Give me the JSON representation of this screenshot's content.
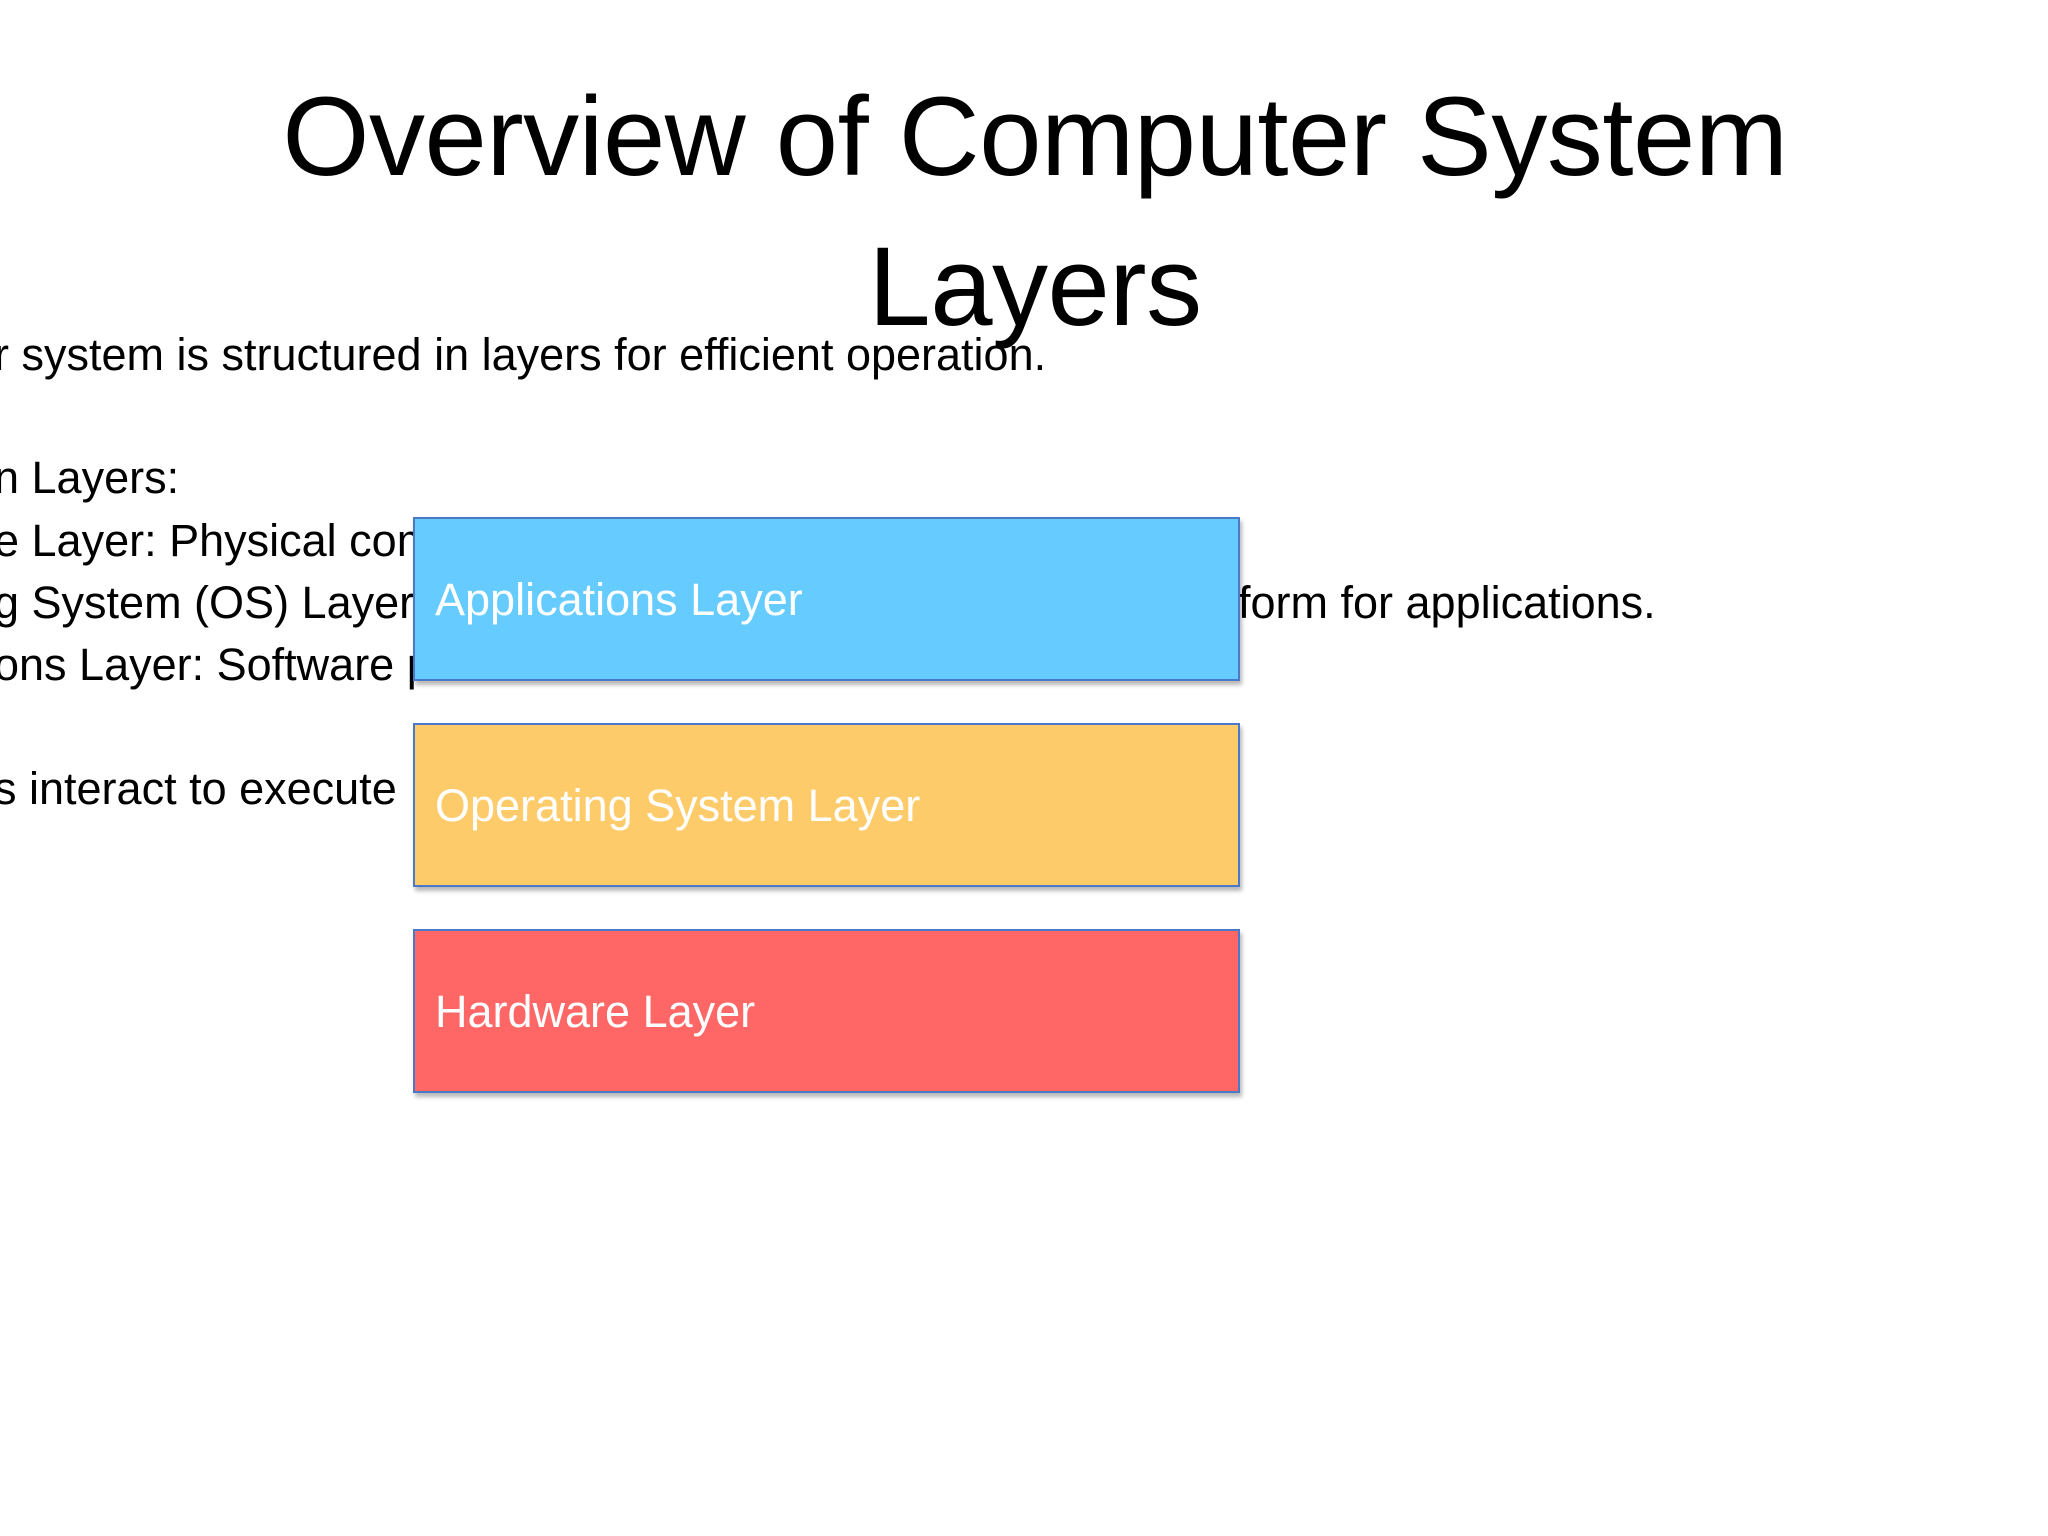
{
  "slide": {
    "title_line1": "Overview of Computer System",
    "title_line2": "Layers",
    "body_lines": [
      "r system is structured in layers for efficient operation.",
      "n Layers:",
      "e Layer: Physical com",
      "g System (OS) Layer:",
      "form for applications.",
      "ons Layer: Software p",
      "s interact to execute"
    ]
  },
  "diagram": {
    "boxes": [
      {
        "label": "Applications Layer",
        "color": "#66ccff"
      },
      {
        "label": "Operating System Layer",
        "color": "#fecb6b"
      },
      {
        "label": "Hardware Layer",
        "color": "#ff6666"
      }
    ],
    "border_color": "#4a79c9"
  }
}
